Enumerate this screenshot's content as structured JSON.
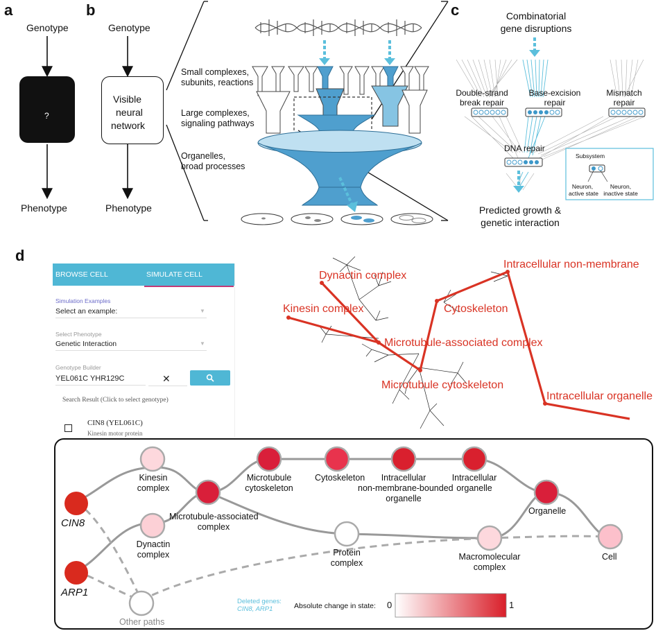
{
  "panel_labels": {
    "a": "a",
    "b": "b",
    "c": "c",
    "d": "d"
  },
  "panel_a": {
    "genotype": "Genotype",
    "box_text": "?",
    "phenotype": "Phenotype"
  },
  "panel_b": {
    "genotype": "Genotype",
    "box_line1": "Visible",
    "box_line2": "neural",
    "box_line3": "network",
    "phenotype": "Phenotype",
    "level1_line1": "Small complexes,",
    "level1_line2": "subunits, reactions",
    "level2_line1": "Large complexes,",
    "level2_line2": "signaling pathways",
    "level3_line1": "Organelles,",
    "level3_line2": "broad processes"
  },
  "panel_c": {
    "top_line1": "Combinatorial",
    "top_line2": "gene disruptions",
    "dsb_line1": "Double-strand",
    "dsb_line2": "break repair",
    "ber_line1": "Base-excision",
    "ber_line2": "repair",
    "mm_line1": "Mismatch",
    "mm_line2": "repair",
    "dna_repair": "DNA repair",
    "legend_subsystem": "Subsystem",
    "legend_active_1": "Neuron,",
    "legend_active_2": "active state",
    "legend_inactive_1": "Neuron,",
    "legend_inactive_2": "inactive state",
    "bottom_line1": "Predicted growth &",
    "bottom_line2": "genetic interaction"
  },
  "panel_d_ui": {
    "tab_browse": "BROWSE CELL STRUCTURE",
    "tab_simulate": "SIMULATE CELL FUNCTION",
    "sim_examples_label": "Simulation Examples",
    "sim_examples_value": "Select an example:",
    "phenotype_label": "Select Phenotype",
    "phenotype_value": "Genetic Interaction",
    "genotype_label": "Genotype Builder",
    "genotype_value": "YEL061C YHR129C",
    "clear_symbol": "✕",
    "search_result": "Search Result (Click to select genotype)",
    "result_name": "CIN8 (YEL061C)",
    "result_desc": "Kinesin motor protein"
  },
  "panel_d_tree": {
    "dynactin": "Dynactin complex",
    "intracellular_nonmembrane": "Intracellular non-membrane",
    "kinesin": "Kinesin complex",
    "cytoskeleton": "Cytoskeleton",
    "microtubule_associated": "Microtubule-associated complex",
    "microtubule_cytoskeleton": "Microtubule cytoskeleton",
    "intracellular_organelle": "Intracellular organelle"
  },
  "panel_d_graph": {
    "cin8": "CIN8",
    "arp1": "ARP1",
    "kinesin_1": "Kinesin",
    "kinesin_2": "complex",
    "dynactin_1": "Dynactin",
    "dynactin_2": "complex",
    "mtassoc_1": "Microtubule-associated",
    "mtassoc_2": "complex",
    "mtcyto_1": "Microtubule",
    "mtcyto_2": "cytoskeleton",
    "cytoskeleton": "Cytoskeleton",
    "icnm_1": "Intracellular",
    "icnm_2": "non-membrane-bounded",
    "icnm_3": "organelle",
    "ico_1": "Intracellular",
    "ico_2": "organelle",
    "organelle": "Organelle",
    "protein_1": "Protein",
    "protein_2": "complex",
    "macro_1": "Macromolecular",
    "macro_2": "complex",
    "cell": "Cell",
    "other_paths": "Other paths",
    "deleted_1": "Deleted genes:",
    "deleted_2": "CIN8, ARP1",
    "scale_label": "Absolute change in state:",
    "scale_min": "0",
    "scale_max": "1"
  },
  "colors": {
    "accent_blue": "#4fb7d5",
    "tree_red": "#d93324",
    "node_dark": "#d91f2a",
    "text_blue": "#5bbfdc"
  }
}
